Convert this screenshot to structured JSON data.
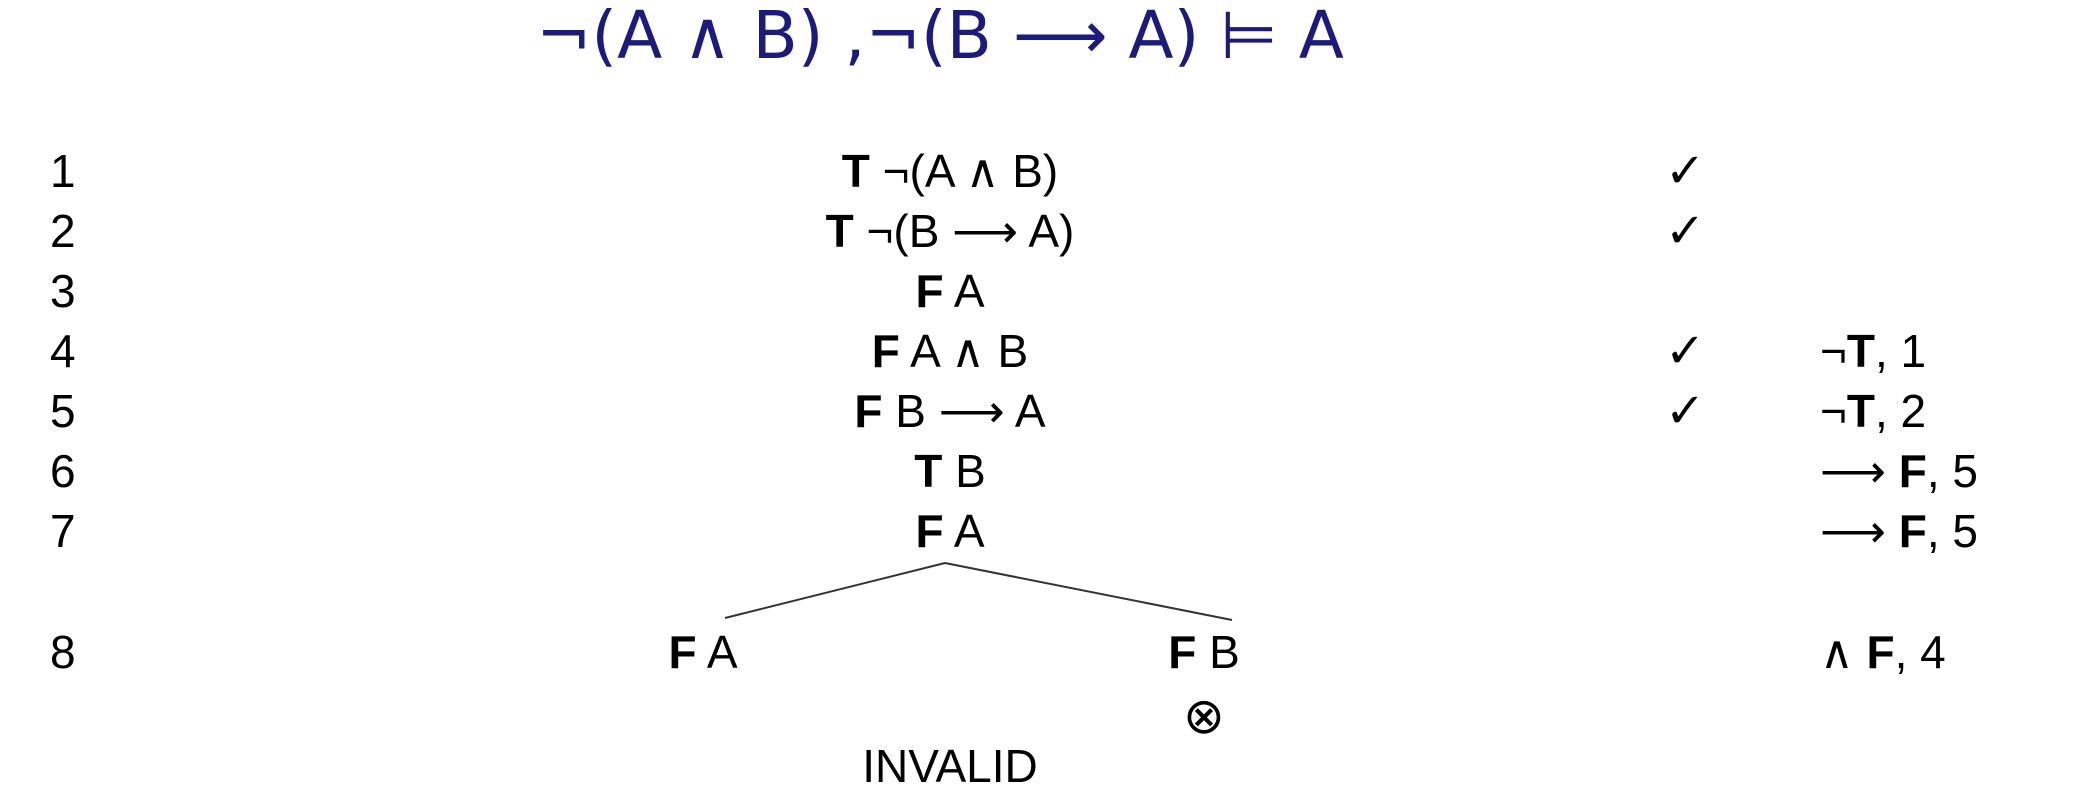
{
  "title": "¬(A ∧ B) ,¬(B ⟶ A) ⊨ A",
  "rows": [
    {
      "num": "1",
      "sign": "T",
      "formula": "¬(A ∧ B)",
      "check": "✓",
      "rule_pre": "",
      "rule_bold": "",
      "rule_post": ""
    },
    {
      "num": "2",
      "sign": "T",
      "formula": "¬(B ⟶ A)",
      "check": "✓",
      "rule_pre": "",
      "rule_bold": "",
      "rule_post": ""
    },
    {
      "num": "3",
      "sign": "F",
      "formula": "A",
      "check": "",
      "rule_pre": "",
      "rule_bold": "",
      "rule_post": ""
    },
    {
      "num": "4",
      "sign": "F",
      "formula": "A ∧ B",
      "check": "✓",
      "rule_pre": "¬",
      "rule_bold": "T",
      "rule_post": ", 1"
    },
    {
      "num": "5",
      "sign": "F",
      "formula": "B ⟶ A",
      "check": "✓",
      "rule_pre": "¬",
      "rule_bold": "T",
      "rule_post": ", 2"
    },
    {
      "num": "6",
      "sign": "T",
      "formula": "B",
      "check": "",
      "rule_pre": "⟶ ",
      "rule_bold": "F",
      "rule_post": ", 5"
    },
    {
      "num": "7",
      "sign": "F",
      "formula": "A",
      "check": "",
      "rule_pre": "⟶ ",
      "rule_bold": "F",
      "rule_post": ", 5"
    }
  ],
  "branch_row": {
    "num": "8",
    "left": {
      "sign": "F",
      "formula": "A"
    },
    "right": {
      "sign": "F",
      "formula": "B",
      "closed_mark": "⊗"
    },
    "rule_pre": "∧  ",
    "rule_bold": "F",
    "rule_post": ", 4"
  },
  "verdict": "INVALID",
  "colors": {
    "title": "#1a1a80",
    "text": "#000000"
  }
}
